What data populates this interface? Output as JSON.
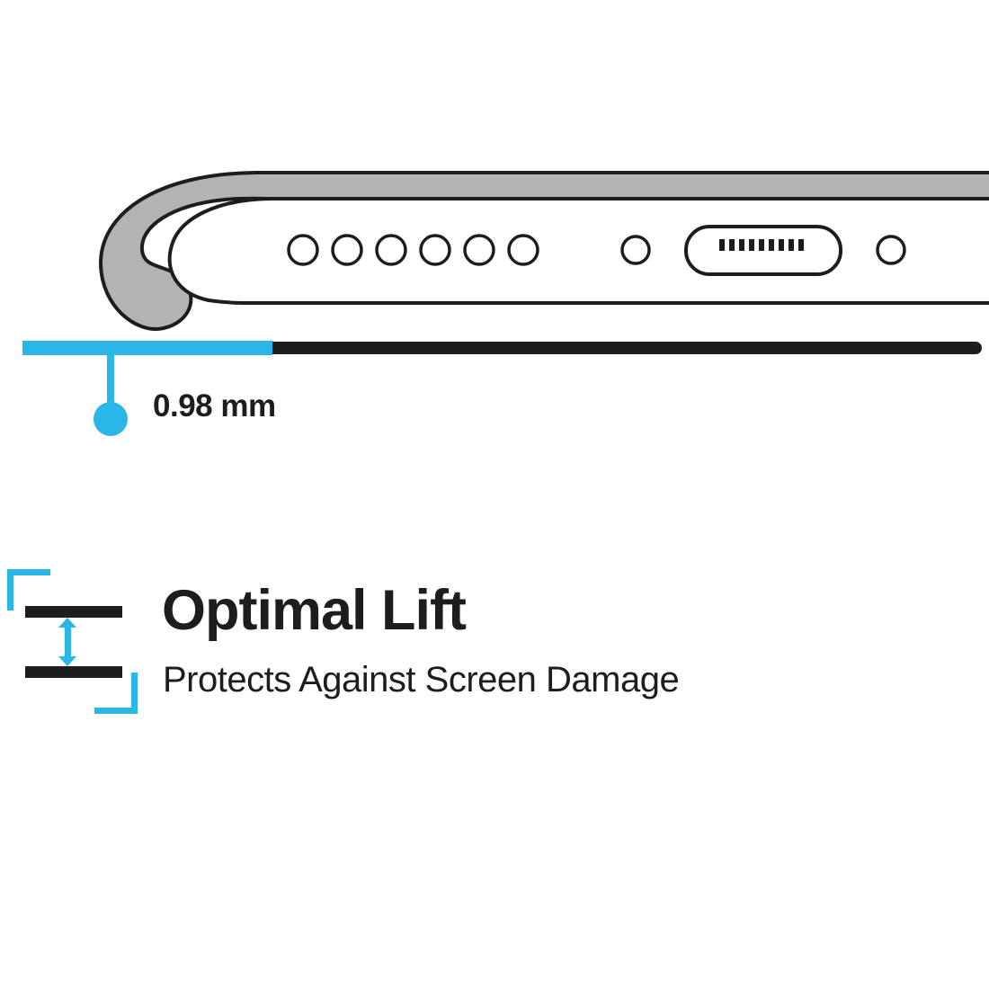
{
  "product_graphic": {
    "measurement": {
      "label": "0.98 mm"
    },
    "feature": {
      "title": "Optimal Lift",
      "subtitle": "Protects Against Screen Damage"
    }
  },
  "icons": {
    "phone_illustration": "phone-bottom-edge-in-case-illustration",
    "lift_gap": "vertical-double-arrow-between-lines-icon",
    "pointer": "measurement-pointer-dot-icon"
  },
  "colors": {
    "accent_cyan": "#2AB6E6",
    "ink": "#1D1D1D",
    "case_gray": "#B3B3B3",
    "background": "#FFFFFF"
  }
}
